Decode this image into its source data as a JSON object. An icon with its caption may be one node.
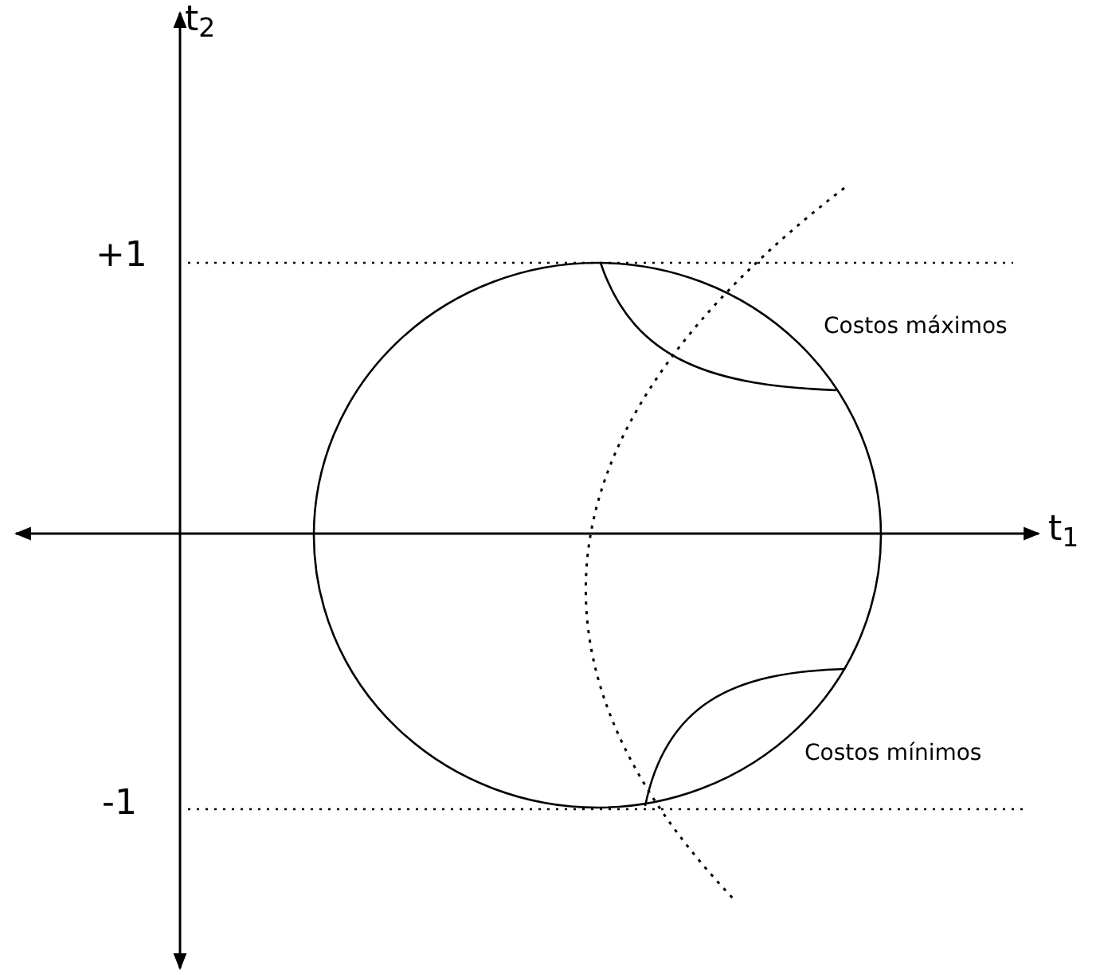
{
  "diagram": {
    "labels": [
      "t$_{2}$",
      "+1",
      "Costos máximos",
      "t$_{1}$",
      "Costos mínimos",
      "-1"
    ]
  }
}
